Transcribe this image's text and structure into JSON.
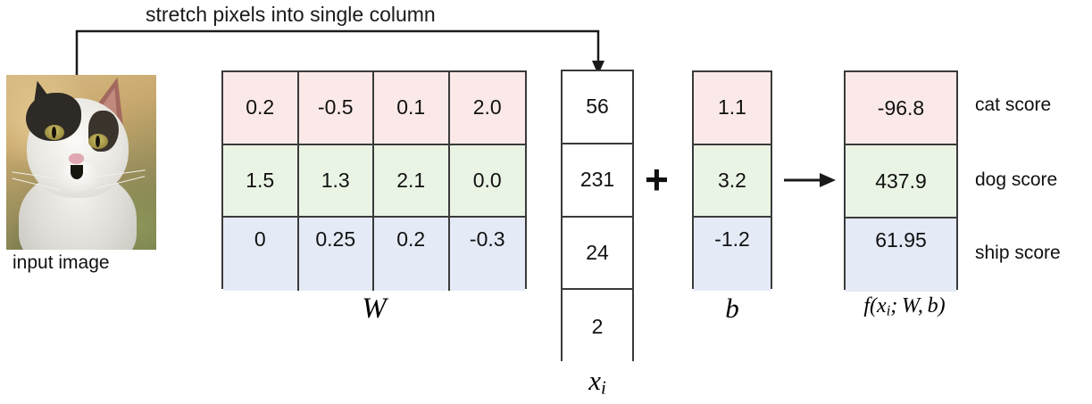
{
  "diagram": {
    "headline": "stretch pixels into single column",
    "input_image_caption": "input image",
    "image_subject": "cat-photo"
  },
  "weights": {
    "label": "W",
    "rows": [
      {
        "class": "cat",
        "color": "#fae9e8",
        "values": [
          "0.2",
          "-0.5",
          "0.1",
          "2.0"
        ]
      },
      {
        "class": "dog",
        "color": "#eaf4e4",
        "values": [
          "1.5",
          "1.3",
          "2.1",
          "0.0"
        ]
      },
      {
        "class": "ship",
        "color": "#e4eaf6",
        "values": [
          "0",
          "0.25",
          "0.2",
          "-0.3"
        ]
      }
    ]
  },
  "input_vector": {
    "label": "xi",
    "color": "#ffffff",
    "values": [
      "56",
      "231",
      "24",
      "2"
    ]
  },
  "bias": {
    "label": "b",
    "rows": [
      {
        "class": "cat",
        "color": "#fae9e8",
        "value": "1.1"
      },
      {
        "class": "dog",
        "color": "#eaf4e4",
        "value": "3.2"
      },
      {
        "class": "ship",
        "color": "#e4eaf6",
        "value": "-1.2"
      }
    ]
  },
  "scores": {
    "label_f": "f(",
    "label_x": "x",
    "label_sub": "i",
    "label_rest": "; W, b)",
    "rows": [
      {
        "class": "cat",
        "color": "#fae9e8",
        "value": "-96.8",
        "name": "cat score"
      },
      {
        "class": "dog",
        "color": "#eaf4e4",
        "value": "437.9",
        "name": "dog score"
      },
      {
        "class": "ship",
        "color": "#e4eaf6",
        "value": "61.95",
        "name": "ship score"
      }
    ]
  },
  "operators": {
    "plus": "+",
    "arrow": "arrow-right-icon"
  },
  "chart_data": {
    "type": "table",
    "title": "Linear classifier: f(xi; W, b) = W xi + b",
    "categories": [
      "cat",
      "dog",
      "ship"
    ],
    "W": [
      [
        0.2,
        -0.5,
        0.1,
        2.0
      ],
      [
        1.5,
        1.3,
        2.1,
        0.0
      ],
      [
        0,
        0.25,
        0.2,
        -0.3
      ]
    ],
    "x": [
      56,
      231,
      24,
      2
    ],
    "b": [
      1.1,
      3.2,
      -1.2
    ],
    "scores": [
      -96.8,
      437.9,
      61.95
    ],
    "row_colors": [
      "#fae9e8",
      "#eaf4e4",
      "#e4eaf6"
    ]
  }
}
